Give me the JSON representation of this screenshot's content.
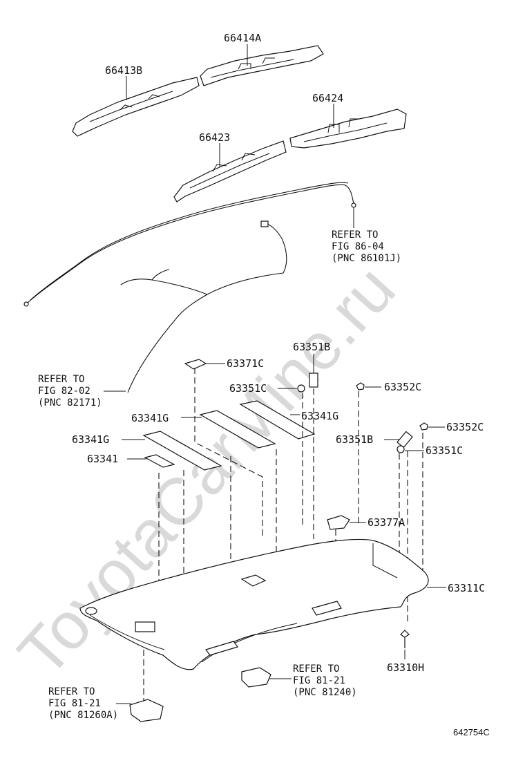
{
  "watermark": "ToyotaCarMine.ru",
  "figure_code": "642754C",
  "labels": {
    "p66414A": "66414A",
    "p66413B": "66413B",
    "p66424": "66424",
    "p66423": "66423",
    "p63351B_top": "63351B",
    "p63371C": "63371C",
    "p63351C_left": "63351C",
    "p63352C_top": "63352C",
    "p63341G_right": "63341G",
    "p63341G_mid": "63341G",
    "p63352C_right": "63352C",
    "p63351B_right": "63351B",
    "p63341G_left": "63341G",
    "p63351C_right": "63351C",
    "p63341": "63341",
    "p63377A": "63377A",
    "p63311C": "63311C",
    "p63310H": "63310H"
  },
  "refs": {
    "ref_86": [
      "REFER TO",
      "FIG 86-04",
      "(PNC 86101J)"
    ],
    "ref_82": [
      "REFER TO",
      "FIG 82-02",
      "(PNC 82171)"
    ],
    "ref_81_right": [
      "REFER TO",
      "FIG 81-21",
      "(PNC 81240)"
    ],
    "ref_81_left": [
      "REFER TO",
      "FIG 81-21",
      "(PNC 81260A)"
    ]
  }
}
